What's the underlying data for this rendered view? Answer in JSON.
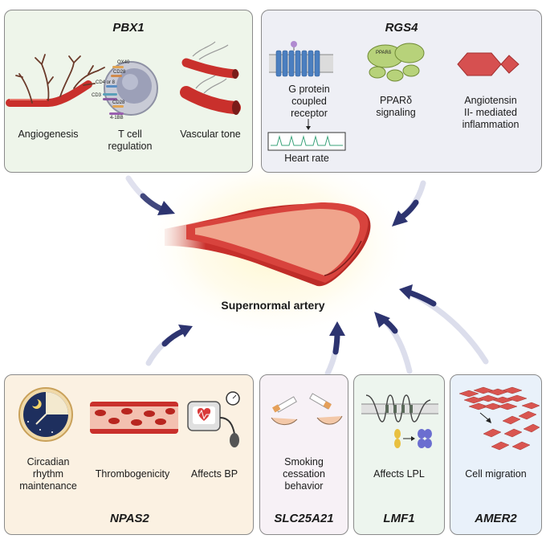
{
  "center": {
    "title": "Supernormal artery"
  },
  "pbx1": {
    "gene": "PBX1",
    "items": [
      "Angiogenesis",
      "T cell\nregulation",
      "Vascular tone"
    ],
    "tcell_markers": [
      "OX40",
      "CD28",
      "CD4 or 8",
      "CD3",
      "CD28",
      "4-1BB"
    ]
  },
  "rgs4": {
    "gene": "RGS4",
    "items": [
      "G protein\ncoupled\nreceptor",
      "PPARδ\nsignaling",
      "Angiotensin\nII- mediated\ninflammation"
    ],
    "heart_rate": "Heart rate",
    "ppar_label": "PPARδ"
  },
  "npas2": {
    "gene": "NPAS2",
    "items": [
      "Circadian\nrhythm\nmaintenance",
      "Thrombogenicity",
      "Affects BP"
    ]
  },
  "slc25a21": {
    "gene": "SLC25A21",
    "items": [
      "Smoking\ncessation\nbehavior"
    ]
  },
  "lmf1": {
    "gene": "LMF1",
    "items": [
      "Affects LPL"
    ]
  },
  "amer2": {
    "gene": "AMER2",
    "items": [
      "Cell migration"
    ]
  },
  "colors": {
    "pbx1_bg": "#eef5ea",
    "rgs4_bg": "#eeeff5",
    "npas2_bg": "#fbf1e2",
    "slc_bg": "#f7f1f6",
    "lmf1_bg": "#edf5ee",
    "amer2_bg": "#e9f1fa",
    "artery": "#c9302c",
    "arrow": "#2d3470"
  }
}
